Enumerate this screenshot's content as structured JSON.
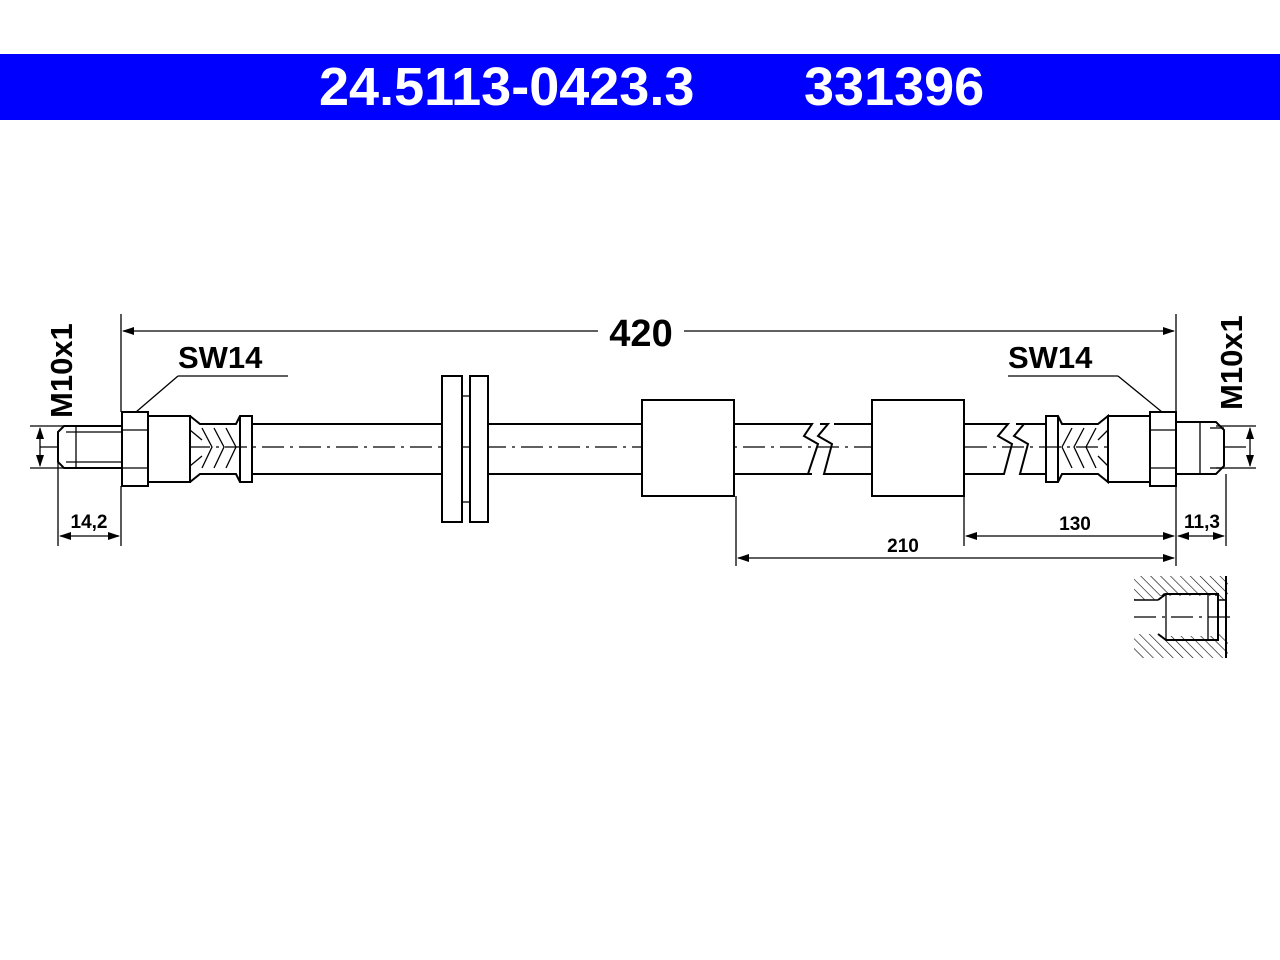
{
  "header": {
    "part_number": "24.5113-0423.3",
    "reference_number": "331396",
    "background_color": "#0000ff",
    "text_color": "#ffffff"
  },
  "dimensions": {
    "overall_length": "420",
    "left_wrench_size": "SW14",
    "right_wrench_size": "SW14",
    "left_thread": "M10x1",
    "right_thread": "M10x1",
    "left_thread_length": "14,2",
    "right_thread_length": "11,3",
    "middle_to_end": "210",
    "sleeve_to_end": "130"
  }
}
